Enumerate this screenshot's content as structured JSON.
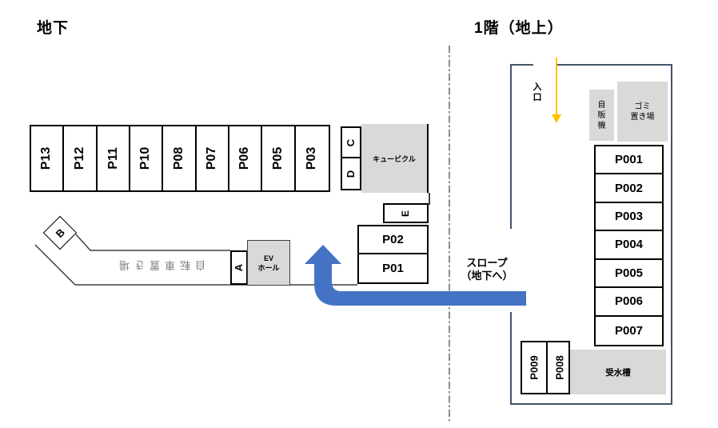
{
  "titles": {
    "left": "地下",
    "right": "1階（地上）"
  },
  "basement": {
    "row_stalls": [
      "P13",
      "P12",
      "P11",
      "P10",
      "P08",
      "P07",
      "P06",
      "P05",
      "P03"
    ],
    "stall_c": "C",
    "stall_d": "D",
    "cubicle_label": "キュービクル",
    "stall_e": "E",
    "stall_p02": "P02",
    "stall_p01": "P01",
    "stall_b": "B",
    "stall_a": "A",
    "bicycle_area_label": "自転車置き場",
    "ev_hall_label": "EV\nホール"
  },
  "ground": {
    "entrance_label": "入\n口",
    "vending_label": "自\n販\n機",
    "garbage_label": "ゴミ\n置き場",
    "column_stalls": [
      "P001",
      "P002",
      "P003",
      "P004",
      "P005",
      "P006",
      "P007"
    ],
    "stall_p009": "P009",
    "stall_p008": "P008",
    "water_tank_label": "受水槽"
  },
  "slope_label": "スロープ\n（地下へ）",
  "colors": {
    "gray_fill": "#D9D9D9",
    "building_outline": "#44546A",
    "blue_arrow": "#4472C4",
    "yellow_arrow": "#FFC000",
    "bicycle_text": "#808080",
    "stall_border": "#000000"
  }
}
